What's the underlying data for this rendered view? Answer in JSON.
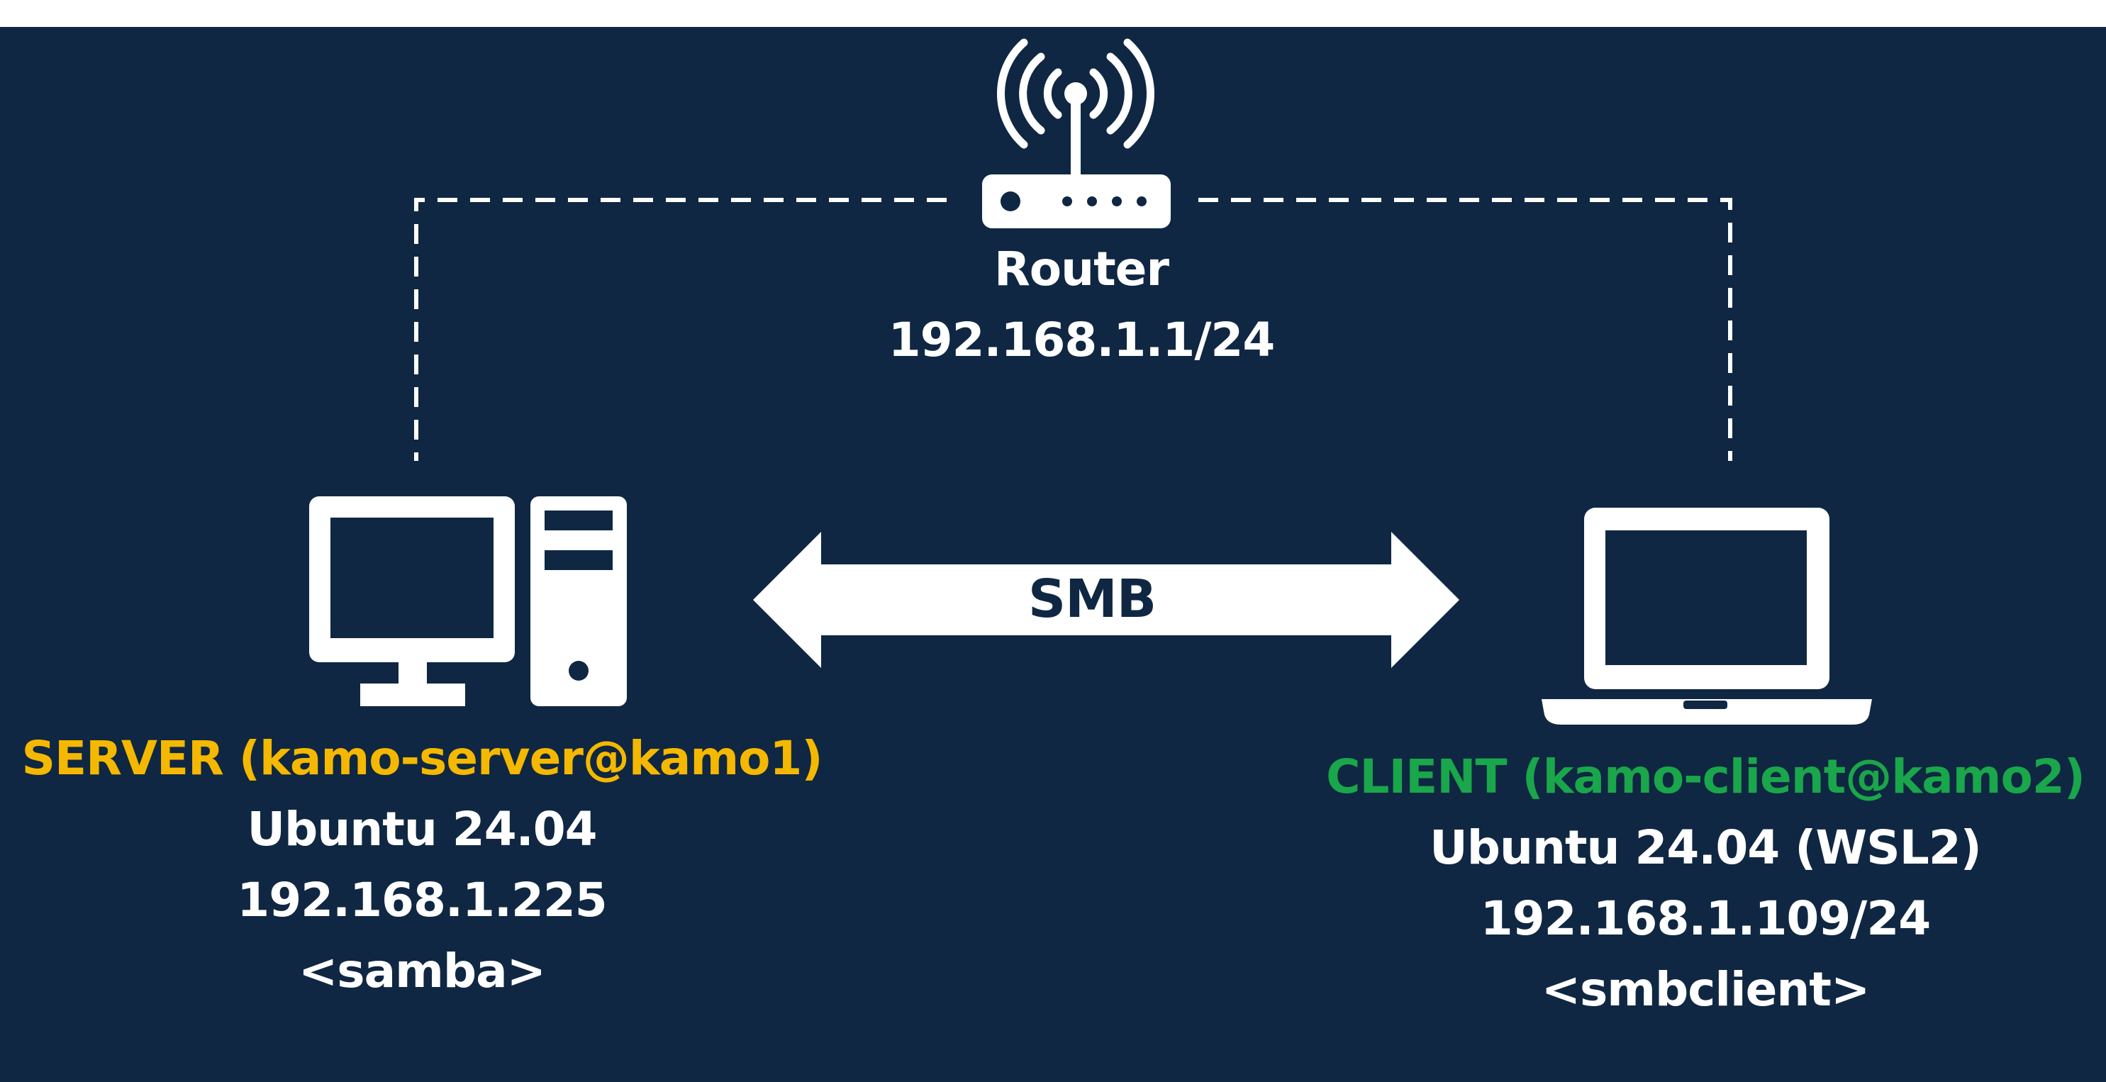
{
  "colors": {
    "background": "#0f2742",
    "server_accent": "#f5b800",
    "client_accent": "#1aa64a",
    "foreground": "#ffffff"
  },
  "router": {
    "icon": "router-icon",
    "name": "Router",
    "ip": "192.168.1.1/24"
  },
  "server": {
    "icon": "desktop-computer-icon",
    "title": "SERVER (kamo-server@kamo1)",
    "os": "Ubuntu 24.04",
    "ip": "192.168.1.225",
    "software": "<samba>"
  },
  "client": {
    "icon": "laptop-icon",
    "title": "CLIENT (kamo-client@kamo2)",
    "os": "Ubuntu 24.04 (WSL2)",
    "ip": "192.168.1.109/24",
    "software": "<smbclient>"
  },
  "link": {
    "icon": "double-arrow-icon",
    "protocol": "SMB"
  }
}
